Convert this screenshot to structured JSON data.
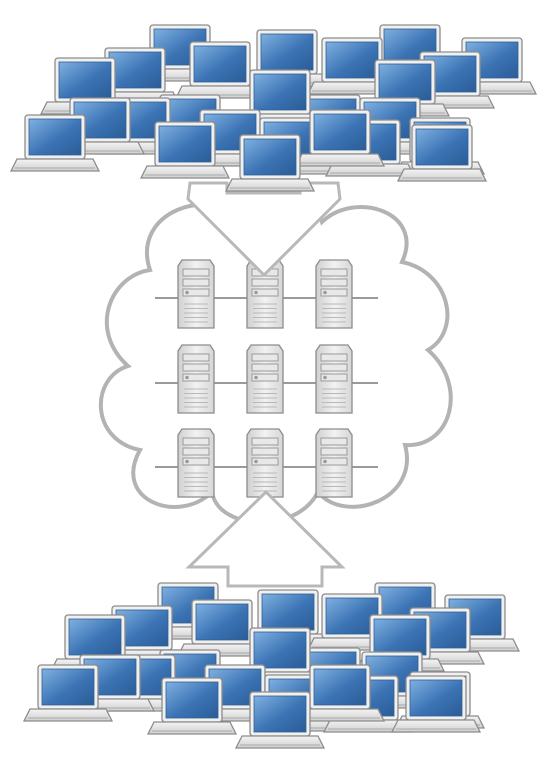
{
  "diagram": {
    "colors": {
      "background": "#ffffff",
      "screen": "#3b73b4",
      "screen_highlight": "#7fb0e0",
      "device_body": "#e6e6e6",
      "device_outline": "#8c8c8c",
      "cloud_outline": "#b3b3b3",
      "arrow_fill": "#ffffff",
      "arrow_outline": "#b8b8b8",
      "network_line": "#9a9a9a"
    },
    "groups": [
      {
        "name": "top-laptop-cluster",
        "icon": "laptop-icon",
        "count": 25
      },
      {
        "name": "server-cloud",
        "icon": "server-tower-icon",
        "rows": 3,
        "columns": 3
      },
      {
        "name": "bottom-laptop-cluster",
        "icon": "laptop-icon",
        "count": 25
      }
    ],
    "connections": [
      {
        "from": "top-laptop-cluster",
        "to": "server-cloud",
        "icon": "double-arrow-icon"
      },
      {
        "from": "bottom-laptop-cluster",
        "to": "server-cloud",
        "icon": "double-arrow-icon"
      }
    ]
  }
}
